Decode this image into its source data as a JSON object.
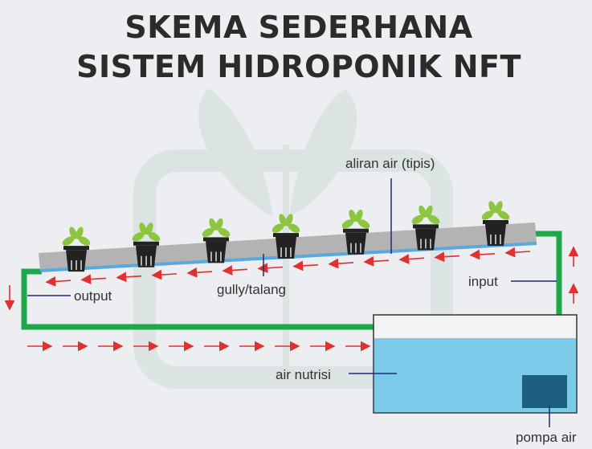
{
  "title": {
    "line1": "SKEMA SEDERHANA",
    "line2": "SISTEM HIDROPONIK NFT"
  },
  "labels": {
    "aliran_air": "aliran air (tipis)",
    "gully": "gully/talang",
    "output": "output",
    "input": "input",
    "air_nutrisi": "air nutrisi",
    "pompa_air": "pompa air"
  },
  "colors": {
    "pipe": "#1ea84a",
    "arrow": "#e03030",
    "water": "#7ccaea",
    "gully": "#b3b3b3",
    "gully_water": "#5aa9de",
    "pump": "#1e5f80",
    "pot": "#222222",
    "leaf": "#8cc63f",
    "label_line": "#1e2a78"
  },
  "icons": [
    "plant-pot-icon",
    "arrow-right-icon",
    "arrow-left-icon",
    "arrow-up-icon",
    "arrow-down-icon",
    "pump-icon"
  ]
}
